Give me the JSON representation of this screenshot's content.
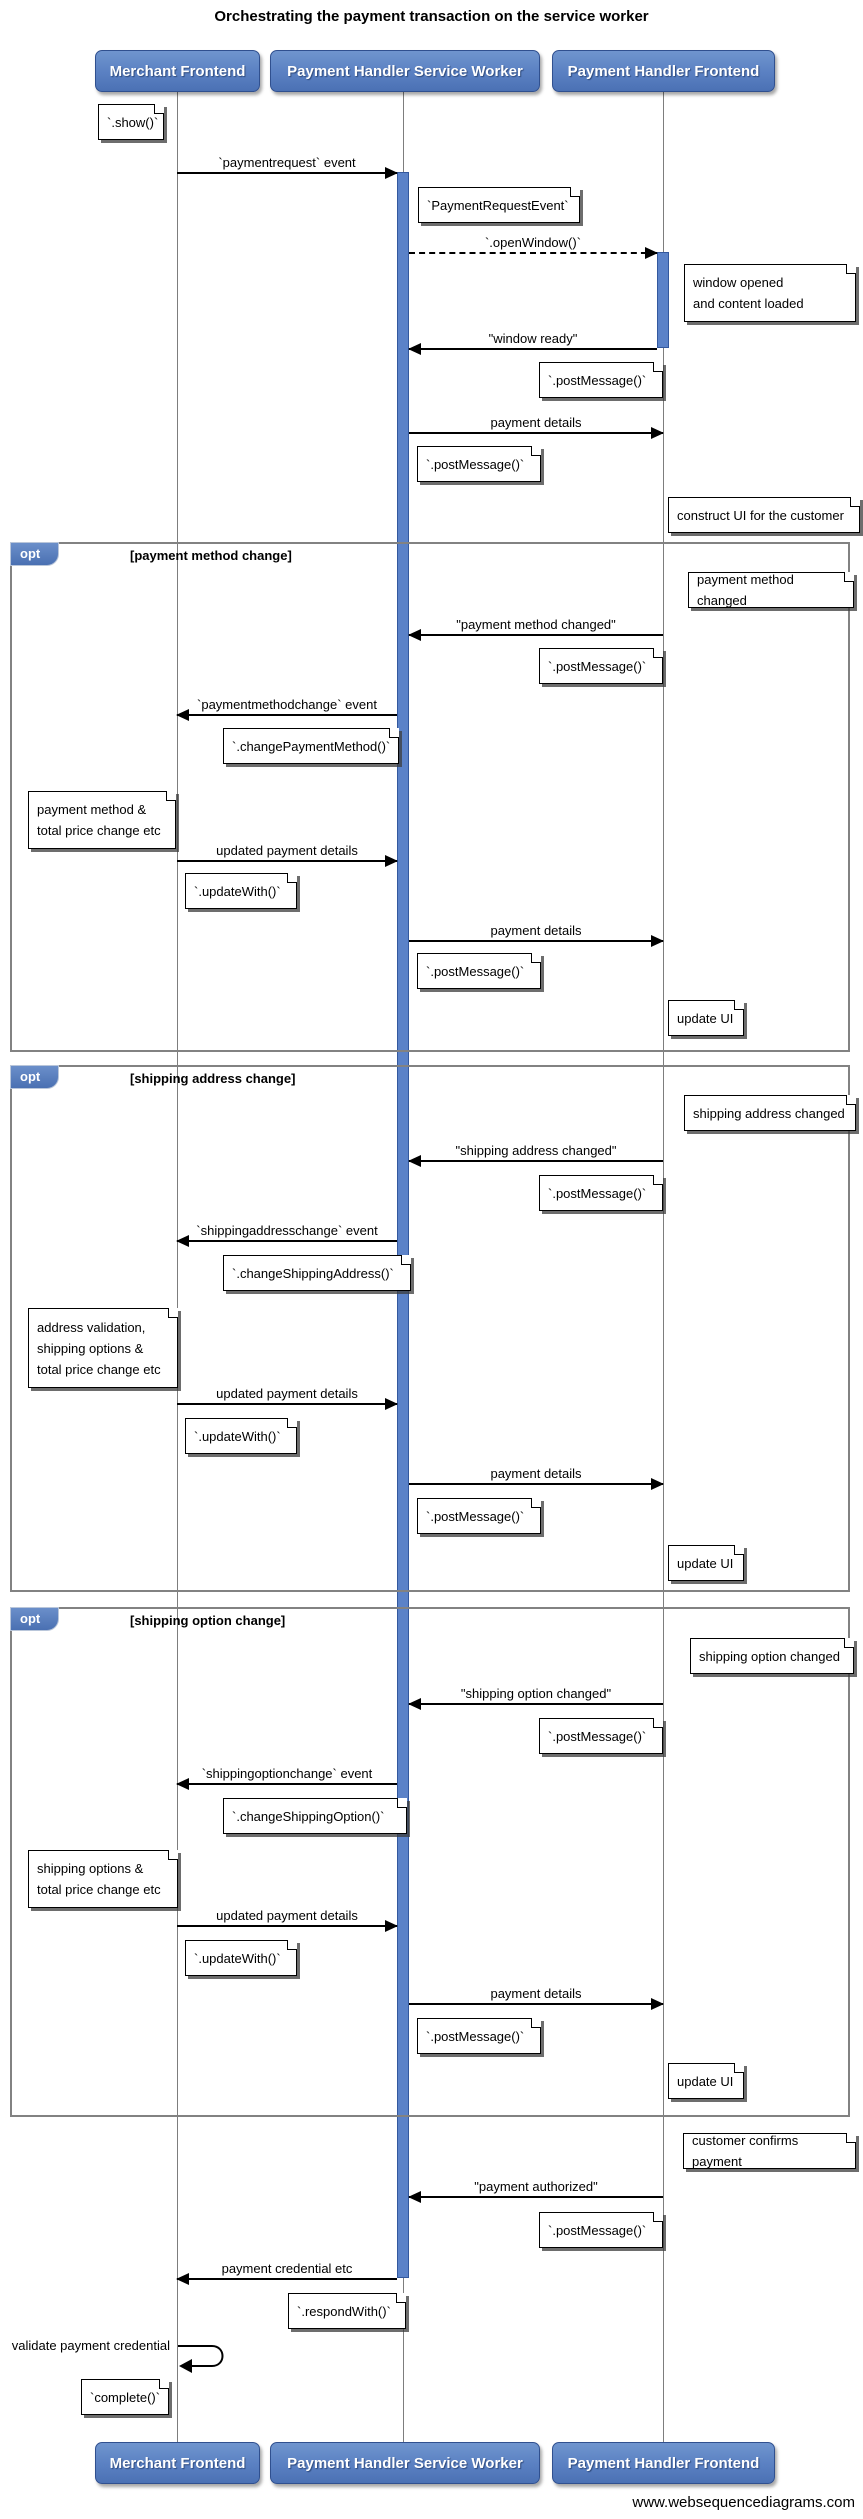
{
  "title": "Orchestrating the payment transaction on the service worker",
  "watermark": "www.websequencediagrams.com",
  "colors": {
    "actor_fill": "#5a80c2",
    "activation_fill": "#5b82c8",
    "fragment_border": "#828282",
    "note_fill": "#ffffff"
  },
  "actors": {
    "merchant": "Merchant Frontend",
    "service_worker": "Payment Handler Service Worker",
    "handler_frontend": "Payment Handler Frontend"
  },
  "setup": {
    "show_note": "`.show()`",
    "paymentrequest_msg": "`paymentrequest` event",
    "payment_request_event_note": "`PaymentRequestEvent`",
    "open_window_msg": "`.openWindow()`",
    "window_opened_note": "window opened\nand content loaded",
    "window_ready_msg": "\"window ready\"",
    "post_message_note_after_ready": "`.postMessage()`",
    "payment_details_msg": "payment details",
    "post_message_note_details": "`.postMessage()`",
    "construct_ui_note": "construct UI for the customer"
  },
  "opt_payment_method": {
    "operator": "opt",
    "condition": "[payment method change]",
    "changed_note": "payment method changed",
    "changed_msg": "\"payment method changed\"",
    "post_message_note_changed": "`.postMessage()`",
    "event_msg": "`paymentmethodchange` event",
    "handler_note": "`.changePaymentMethod()`",
    "merchant_note": "payment method &\ntotal price change etc",
    "updated_details_msg": "updated payment details",
    "update_with_note": "`.updateWith()`",
    "payment_details_msg": "payment details",
    "post_message_note_details": "`.postMessage()`",
    "update_ui_note": "update UI"
  },
  "opt_shipping_address": {
    "operator": "opt",
    "condition": "[shipping address change]",
    "changed_note": "shipping address changed",
    "changed_msg": "\"shipping address changed\"",
    "post_message_note_changed": "`.postMessage()`",
    "event_msg": "`shippingaddresschange` event",
    "handler_note": "`.changeShippingAddress()`",
    "merchant_note": "address validation,\nshipping options &\ntotal price change etc",
    "updated_details_msg": "updated payment details",
    "update_with_note": "`.updateWith()`",
    "payment_details_msg": "payment details",
    "post_message_note_details": "`.postMessage()`",
    "update_ui_note": "update UI"
  },
  "opt_shipping_option": {
    "operator": "opt",
    "condition": "[shipping option change]",
    "changed_note": "shipping option changed",
    "changed_msg": "\"shipping option changed\"",
    "post_message_note_changed": "`.postMessage()`",
    "event_msg": "`shippingoptionchange` event",
    "handler_note": "`.changeShippingOption()`",
    "merchant_note": "shipping options &\ntotal price change etc",
    "updated_details_msg": "updated payment details",
    "update_with_note": "`.updateWith()`",
    "payment_details_msg": "payment details",
    "post_message_note_details": "`.postMessage()`",
    "update_ui_note": "update UI"
  },
  "finalize": {
    "confirm_note": "customer confirms payment",
    "authorized_msg": "\"payment authorized\"",
    "post_message_note": "`.postMessage()`",
    "credential_msg": "payment credential etc",
    "respond_with_note": "`.respondWith()`",
    "validate_self_msg": "validate payment credential",
    "complete_note": "`complete()`"
  }
}
